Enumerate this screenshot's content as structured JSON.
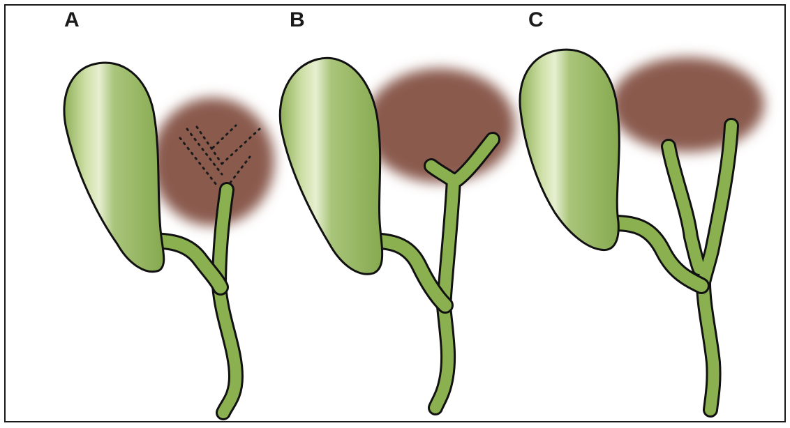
{
  "panels": [
    {
      "label": "A"
    },
    {
      "label": "B"
    },
    {
      "label": "C"
    }
  ],
  "colors": {
    "gallbladder": "#93b560",
    "gallbladder_highlight": "#e2edc9",
    "duct": "#8bb04f",
    "liver": "#8a5a4e",
    "outline": "#111111",
    "dotted_line": "#1a1a1a"
  }
}
